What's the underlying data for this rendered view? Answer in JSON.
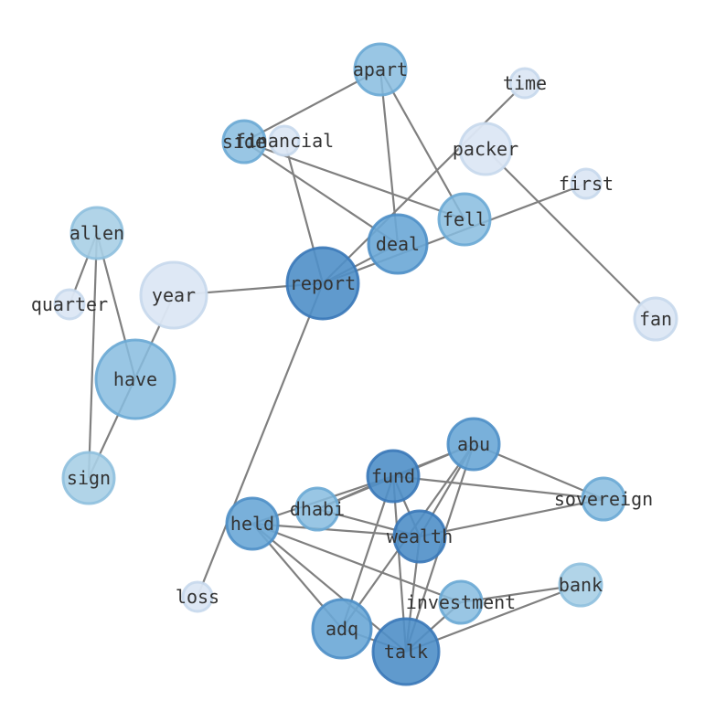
{
  "palette": {
    "c1": "#dce7f4",
    "c2": "#a9cfe6",
    "c3": "#87bcdf",
    "c4": "#6aa7d6",
    "c5": "#4f8fc8",
    "edge": "#808080",
    "label": "#333333"
  },
  "nodes": [
    {
      "id": "apart",
      "label": "apart",
      "level": 3
    },
    {
      "id": "time",
      "label": "time",
      "level": 1
    },
    {
      "id": "side",
      "label": "side",
      "level": 3
    },
    {
      "id": "financial",
      "label": "financial",
      "level": 1
    },
    {
      "id": "packer",
      "label": "packer",
      "level": 1
    },
    {
      "id": "first",
      "label": "first",
      "level": 1
    },
    {
      "id": "allen",
      "label": "allen",
      "level": 2
    },
    {
      "id": "fell",
      "label": "fell",
      "level": 3
    },
    {
      "id": "deal",
      "label": "deal",
      "level": 4
    },
    {
      "id": "quarter",
      "label": "quarter",
      "level": 1
    },
    {
      "id": "year",
      "label": "year",
      "level": 1
    },
    {
      "id": "report",
      "label": "report",
      "level": 5
    },
    {
      "id": "fan",
      "label": "fan",
      "level": 1
    },
    {
      "id": "have",
      "label": "have",
      "level": 3
    },
    {
      "id": "sign",
      "label": "sign",
      "level": 2
    },
    {
      "id": "abu",
      "label": "abu",
      "level": 4
    },
    {
      "id": "fund",
      "label": "fund",
      "level": 5
    },
    {
      "id": "dhabi",
      "label": "dhabi",
      "level": 3
    },
    {
      "id": "sovereign",
      "label": "sovereign",
      "level": 3
    },
    {
      "id": "held",
      "label": "held",
      "level": 4
    },
    {
      "id": "wealth",
      "label": "wealth",
      "level": 5
    },
    {
      "id": "loss",
      "label": "loss",
      "level": 1
    },
    {
      "id": "bank",
      "label": "bank",
      "level": 2
    },
    {
      "id": "investment",
      "label": "investment",
      "level": 3
    },
    {
      "id": "adq",
      "label": "adq",
      "level": 4
    },
    {
      "id": "talk",
      "label": "talk",
      "level": 5
    }
  ],
  "edges": [
    [
      "apart",
      "side"
    ],
    [
      "apart",
      "deal"
    ],
    [
      "apart",
      "fell"
    ],
    [
      "side",
      "deal"
    ],
    [
      "side",
      "fell"
    ],
    [
      "financial",
      "report"
    ],
    [
      "time",
      "report"
    ],
    [
      "packer",
      "fan"
    ],
    [
      "first",
      "report"
    ],
    [
      "deal",
      "report"
    ],
    [
      "year",
      "report"
    ],
    [
      "year",
      "sign"
    ],
    [
      "quarter",
      "allen"
    ],
    [
      "allen",
      "have"
    ],
    [
      "allen",
      "sign"
    ],
    [
      "report",
      "loss"
    ],
    [
      "fund",
      "abu"
    ],
    [
      "fund",
      "dhabi"
    ],
    [
      "fund",
      "held"
    ],
    [
      "fund",
      "sovereign"
    ],
    [
      "fund",
      "wealth"
    ],
    [
      "fund",
      "adq"
    ],
    [
      "fund",
      "talk"
    ],
    [
      "abu",
      "dhabi"
    ],
    [
      "abu",
      "sovereign"
    ],
    [
      "abu",
      "wealth"
    ],
    [
      "abu",
      "adq"
    ],
    [
      "abu",
      "talk"
    ],
    [
      "held",
      "wealth"
    ],
    [
      "held",
      "investment"
    ],
    [
      "held",
      "adq"
    ],
    [
      "held",
      "talk"
    ],
    [
      "dhabi",
      "wealth"
    ],
    [
      "sovereign",
      "wealth"
    ],
    [
      "wealth",
      "talk"
    ],
    [
      "bank",
      "investment"
    ],
    [
      "bank",
      "talk"
    ],
    [
      "investment",
      "talk"
    ],
    [
      "adq",
      "talk"
    ]
  ]
}
